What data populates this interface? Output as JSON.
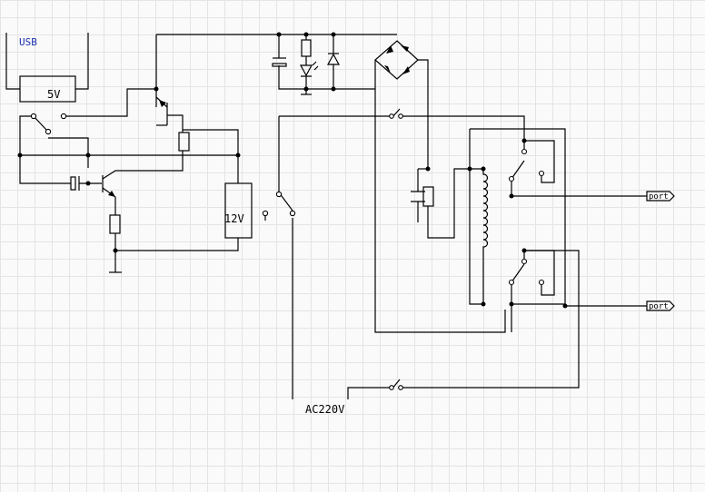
{
  "labels": {
    "usb": "USB",
    "five_volt": "5V",
    "twelve_volt": "12V",
    "ac": "AC220V",
    "port_top": "port",
    "port_bottom": "port"
  }
}
